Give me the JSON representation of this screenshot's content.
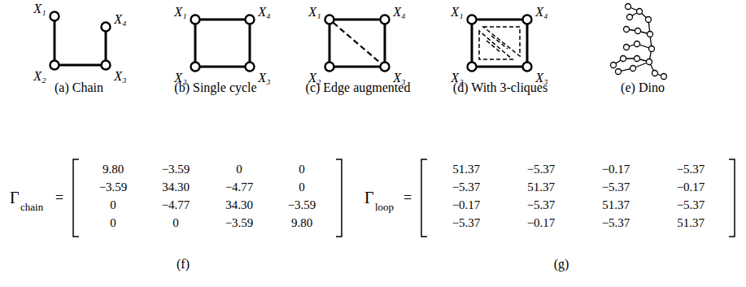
{
  "diagram": {
    "nodes": [
      {
        "text": [
          "X₁"
        ]
      },
      {
        "text": [
          "X₂"
        ]
      },
      {
        "text": [
          "X₃"
        ]
      },
      {
        "text": [
          "X₄"
        ]
      },
      {
        "text": [
          "X₁"
        ]
      },
      {
        "text": [
          "X₂"
        ]
      },
      {
        "text": [
          "X₃"
        ]
      },
      {
        "text": [
          "X₄"
        ]
      },
      {
        "text": [
          "X₁"
        ]
      },
      {
        "text": [
          "X₂"
        ]
      },
      {
        "text": [
          "X₃"
        ]
      },
      {
        "text": [
          "X₄"
        ]
      },
      {
        "text": [
          "X₁"
        ]
      },
      {
        "text": [
          "X₂"
        ]
      },
      {
        "text": [
          "X₃"
        ]
      },
      {
        "text": [
          "X₄"
        ]
      }
    ],
    "edges": [
      {
        "from": 0,
        "to": 1,
        "arrow": "none"
      },
      {
        "from": 1,
        "to": 2,
        "arrow": "none"
      },
      {
        "from": 2,
        "to": 3,
        "arrow": "none"
      },
      {
        "from": 4,
        "to": 5,
        "arrow": "none"
      },
      {
        "from": 5,
        "to": 6,
        "arrow": "none"
      },
      {
        "from": 6,
        "to": 7,
        "arrow": "none"
      },
      {
        "from": 7,
        "to": 4,
        "arrow": "none"
      },
      {
        "from": 8,
        "to": 9,
        "arrow": "none"
      },
      {
        "from": 9,
        "to": 10,
        "arrow": "none"
      },
      {
        "from": 10,
        "to": 11,
        "arrow": "none"
      },
      {
        "from": 11,
        "to": 8,
        "arrow": "none"
      },
      {
        "from": 8,
        "to": 10,
        "arrow": "none"
      },
      {
        "from": 12,
        "to": 13,
        "arrow": "none"
      },
      {
        "from": 13,
        "to": 14,
        "arrow": "none"
      },
      {
        "from": 14,
        "to": 15,
        "arrow": "none"
      },
      {
        "from": 15,
        "to": 12,
        "arrow": "none"
      }
    ],
    "labels": [
      "(a) Chain",
      "(b) Single cycle",
      "(c) Edge augmented",
      "(d) With 3-cliques",
      "(e) Dino",
      "Γ",
      "chain",
      "=",
      "9.80",
      "−3.59",
      "0",
      "0",
      "−3.59",
      "34.30",
      "−4.77",
      "0",
      "0",
      "−4.77",
      "34.30",
      "−3.59",
      "0",
      "0",
      "−3.59",
      "9.80",
      "(f)",
      "Γ",
      "loop",
      "=",
      "51.37",
      "−5.37",
      "−0.17",
      "−5.37",
      "−5.37",
      "51.37",
      "−5.37",
      "−0.17",
      "−0.17",
      "−5.37",
      "51.37",
      "−5.37",
      "−5.37",
      "−0.17",
      "−5.37",
      "51.37",
      "(g)"
    ]
  }
}
